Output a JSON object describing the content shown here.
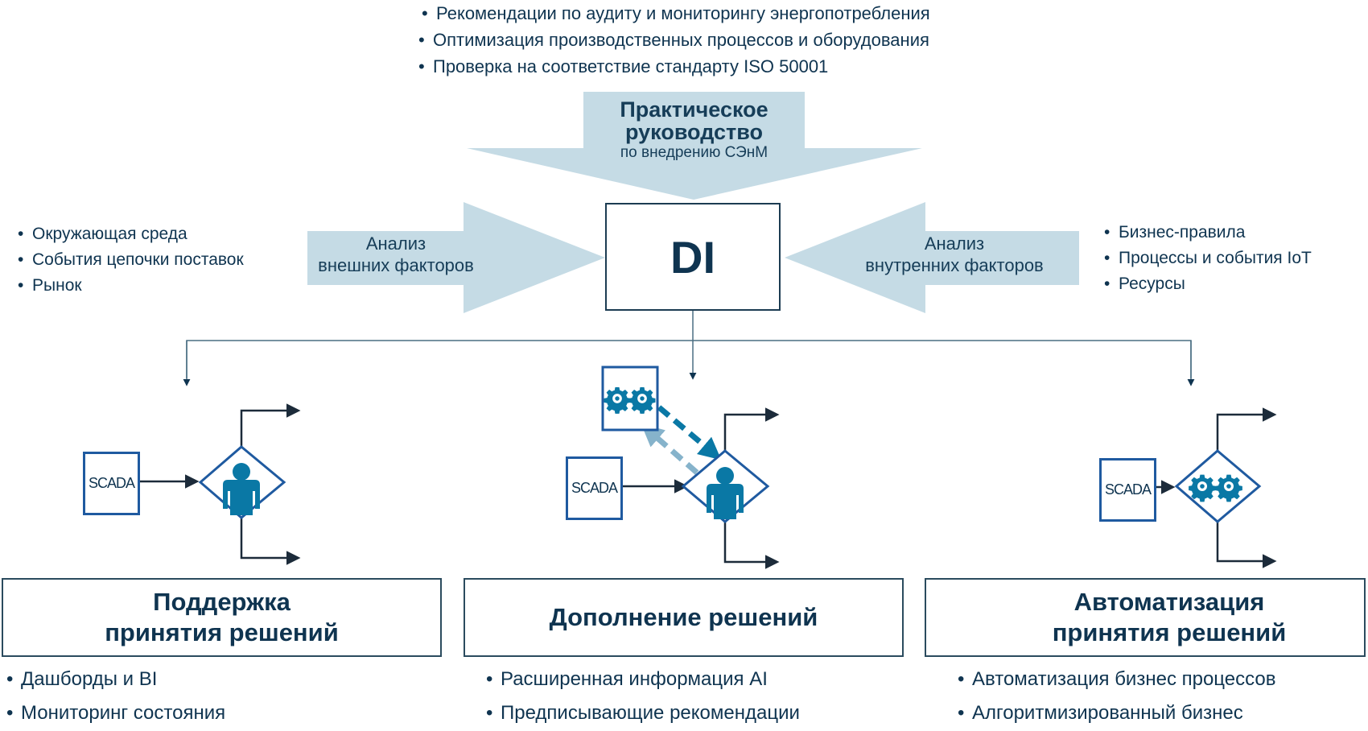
{
  "colors": {
    "arrow_fill": "#c5dbe5",
    "text_dark": "#0f3450",
    "icon_blue": "#0a78a5",
    "box_border_blue": "#1f5aa0",
    "dashed_light": "#86b3cb"
  },
  "top_recommendations": [
    "Рекомендации по аудиту и мониторингу энергопотребления",
    "Оптимизация  производственных процессов и оборудования",
    "Проверка на соответствие  стандарту ISO 50001"
  ],
  "guide_arrow": {
    "title_line1": "Практическое",
    "title_line2": "руководство",
    "subtitle": "по внедрению СЭнМ"
  },
  "external": {
    "items": [
      "Окружающая среда",
      "События цепочки поставок",
      "Рынок"
    ],
    "arrow_line1": "Анализ",
    "arrow_line2": "внешних факторов"
  },
  "internal": {
    "items": [
      "Бизнес-правила",
      "Процессы и события IoT",
      "Ресурсы"
    ],
    "arrow_line1": "Анализ",
    "arrow_line2": "внутренних факторов"
  },
  "center": {
    "label": "DI"
  },
  "modes": [
    {
      "scada_label": "SCADA",
      "icon": "person-icon",
      "title_line1": "Поддержка",
      "title_line2": "принятия решений",
      "items": [
        "Дашборды и BI",
        "Мониторинг состояния"
      ]
    },
    {
      "scada_label": "SCADA",
      "icon": "person-icon",
      "helper_icon": "gears-icon",
      "title_line1": "Дополнение решений",
      "title_line2": "",
      "items": [
        "Расширенная информация AI",
        "Предписывающие рекомендации"
      ]
    },
    {
      "scada_label": "SCADA",
      "icon": "gears-icon",
      "title_line1": "Автоматизация",
      "title_line2": "принятия решений",
      "items": [
        "Автоматизация бизнес процессов",
        "Алгоритмизированный бизнес"
      ]
    }
  ]
}
